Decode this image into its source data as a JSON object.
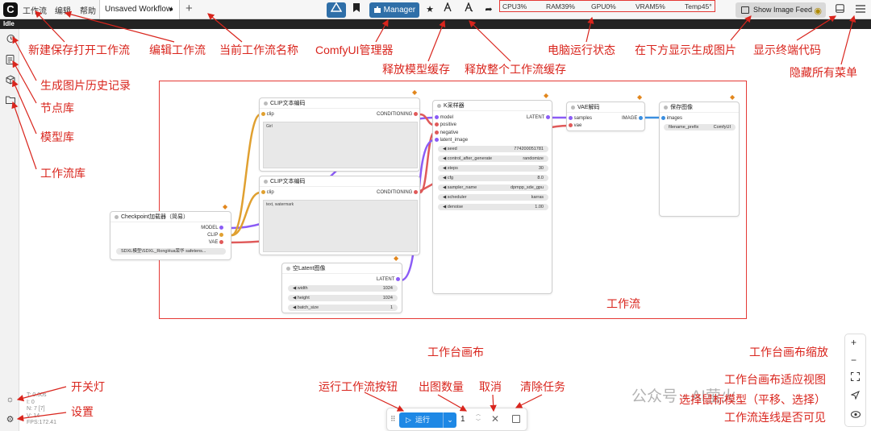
{
  "topbar": {
    "logo_letter": "C",
    "menus": [
      "工作流",
      "编辑",
      "帮助"
    ],
    "workflow_tab": "Unsaved Workflow",
    "unsaved_dot": "●",
    "new_tab": "+",
    "manager_label": "Manager",
    "stats": {
      "cpu": "CPU3%",
      "ram": "RAM39%",
      "gpu": "GPU0%",
      "vram": "VRAM5%",
      "temp": "Temp45°"
    },
    "feed_label": "Show Image Feed"
  },
  "status": {
    "label": "Idle"
  },
  "canvas_stats": [
    "T: 0.00s",
    "I: 0",
    "N: 7 [7]",
    "V: 14",
    "FPS:172.41"
  ],
  "nodes": {
    "checkpoint": {
      "title": "Checkpoint加载器（简易）",
      "outputs": [
        "MODEL",
        "CLIP",
        "VAE"
      ],
      "ckpt": "SDXL模型\\SDXL_RongHua荣华 safetens..."
    },
    "clip_pos": {
      "title": "CLIP文本编码",
      "input": "clip",
      "output": "CONDITIONING",
      "text": "Girl"
    },
    "clip_neg": {
      "title": "CLIP文本编码",
      "input": "clip",
      "output": "CONDITIONING",
      "text": "text, watermark"
    },
    "latent": {
      "title": "空Latent图像",
      "output": "LATENT",
      "widgets": [
        {
          "k": "width",
          "v": "1024"
        },
        {
          "k": "height",
          "v": "1024"
        },
        {
          "k": "batch_size",
          "v": "1"
        }
      ]
    },
    "ksampler": {
      "title": "K采样器",
      "inputs": [
        "model",
        "positive",
        "negative",
        "latent_image"
      ],
      "output": "LATENT",
      "widgets": [
        {
          "k": "seed",
          "v": "774200051781"
        },
        {
          "k": "control_after_generate",
          "v": "randomize"
        },
        {
          "k": "steps",
          "v": "30"
        },
        {
          "k": "cfg",
          "v": "8.0"
        },
        {
          "k": "sampler_name",
          "v": "dpmpp_sde_gpu"
        },
        {
          "k": "scheduler",
          "v": "karras"
        },
        {
          "k": "denoise",
          "v": "1.00"
        }
      ]
    },
    "vae": {
      "title": "VAE解码",
      "inputs": [
        "samples",
        "vae"
      ],
      "output": "IMAGE"
    },
    "save": {
      "title": "保存图像",
      "input": "images",
      "prefix_label": "filename_prefix",
      "prefix_value": "ComfyUI"
    }
  },
  "runbar": {
    "run_label": "运行",
    "count": "1"
  },
  "annotations": {
    "new_save_open": "新建保存打开工作流",
    "edit_wf": "编辑工作流",
    "wf_name": "当前工作流名称",
    "manager": "ComfyUI管理器",
    "free_model": "释放模型缓存",
    "free_all": "释放整个工作流缓存",
    "pc_status": "电脑运行状态",
    "show_below": "在下方显示生成图片",
    "show_terminal": "显示终端代码",
    "hide_menu": "隐藏所有菜单",
    "history": "生成图片历史记录",
    "node_lib": "节点库",
    "model_lib": "模型库",
    "wf_lib": "工作流库",
    "workflow": "工作流",
    "canvas": "工作台画布",
    "canvas_zoom": "工作台画布缩放",
    "fit_view": "工作台画布适应视图",
    "select_mode": "选择鼠标模型（平移、选择）",
    "links_visible": "工作流连线是否可见",
    "light": "开关灯",
    "settings": "设置",
    "run_btn": "运行工作流按钮",
    "out_count": "出图数量",
    "cancel": "取消",
    "clear": "清除任务"
  },
  "watermark": "公众号 · AI萤火",
  "colors": {
    "accent": "#2f6fa8",
    "run": "#1e88e5",
    "annotation": "#d9251d"
  }
}
